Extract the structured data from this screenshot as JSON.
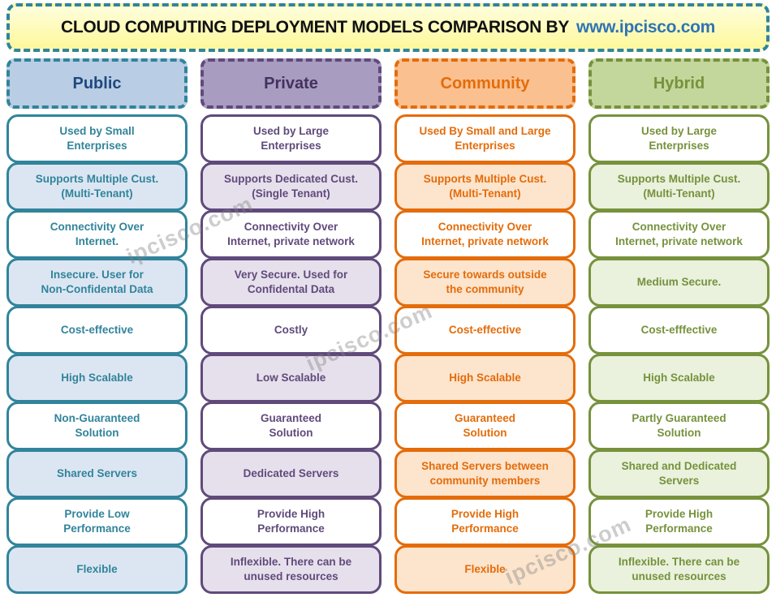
{
  "title": {
    "prefix": "CLOUD COMPUTING DEPLOYMENT MODELS COMPARISON BY",
    "site": "www.ipcisco.com",
    "site_color": "#2E74B5",
    "border_color": "#31849B",
    "background_top": "#FEFEDC",
    "background_bottom": "#FDF89B"
  },
  "watermark": {
    "text": "ipcisco.com"
  },
  "columns": [
    {
      "name": "Public",
      "colors": {
        "border": "#31849B",
        "text": "#31849B",
        "header_fill": "#B9CDE5",
        "header_text": "#1F497D",
        "tint": "#DCE6F2"
      },
      "rows": [
        "Used by Small\nEnterprises",
        "Supports Multiple Cust.\n(Multi-Tenant)",
        "Connectivity Over\nInternet.",
        "Insecure. User for\nNon-Confidental Data",
        "Cost-effective",
        "High Scalable",
        "Non-Guaranteed\nSolution",
        "Shared Servers",
        "Provide Low\nPerformance",
        "Flexible"
      ]
    },
    {
      "name": "Private",
      "colors": {
        "border": "#604A7B",
        "text": "#604A7B",
        "header_fill": "#A89CC1",
        "header_text": "#43325F",
        "tint": "#E6E0EC"
      },
      "rows": [
        "Used by Large\nEnterprises",
        "Supports Dedicated Cust.\n(Single Tenant)",
        "Connectivity Over\nInternet, private network",
        "Very Secure. Used for\nConfidental Data",
        "Costly",
        "Low Scalable",
        "Guaranteed\nSolution",
        "Dedicated Servers",
        "Provide High\nPerformance",
        "Inflexible. There can be\nunused resources"
      ]
    },
    {
      "name": "Community",
      "colors": {
        "border": "#E46C0A",
        "text": "#E46C0A",
        "header_fill": "#FAC090",
        "header_text": "#E46C0A",
        "tint": "#FCE4CD"
      },
      "rows": [
        "Used By Small and Large\nEnterprises",
        "Supports Multiple Cust.\n(Multi-Tenant)",
        "Connectivity Over\nInternet, private network",
        "Secure towards outside\nthe community",
        "Cost-effective",
        "High Scalable",
        "Guaranteed\nSolution",
        "Shared Servers between\ncommunity members",
        "Provide High\nPerformance",
        "Flexible"
      ]
    },
    {
      "name": "Hybrid",
      "colors": {
        "border": "#76923C",
        "text": "#76923C",
        "header_fill": "#C3D69B",
        "header_text": "#76923C",
        "tint": "#EAF1DD"
      },
      "rows": [
        "Used by Large\nEnterprises",
        "Supports Multiple Cust.\n(Multi-Tenant)",
        "Connectivity Over\nInternet, private network",
        "Medium Secure.",
        "Cost-efffective",
        "High Scalable",
        "Partly Guaranteed\nSolution",
        "Shared and Dedicated\nServers",
        "Provide High\nPerformance",
        "Inflexible. There can be\nunused resources"
      ]
    }
  ]
}
